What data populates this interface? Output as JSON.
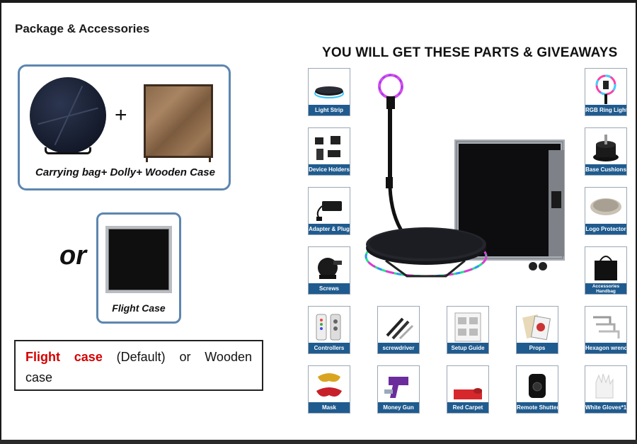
{
  "section_title": "Package & Accessories",
  "bag_caption": "Carrying bag+ Dolly+ Wooden Case",
  "plus": "+",
  "or": "or",
  "flight_caption": "Flight Case",
  "note": {
    "red1": "Flight",
    "red2": "case",
    "default": "(Default)",
    "or": "or",
    "wooden": "Wooden",
    "case": "case"
  },
  "parts_title": "YOU WILL GET THESE PARTS & GIVEAWAYS",
  "parts": {
    "light_strip": "Light Strip",
    "device_holders": "Device Holders",
    "adapter": "Adapter & Plug",
    "screws": "Screws",
    "rgb_ring": "RGB Ring Light",
    "base_cushions": "Base Cushions",
    "logo_protector": "Logo Protector",
    "handbag": "Accessories Handbag",
    "controllers": "Controllers",
    "screwdriver": "screwdriver",
    "setup_guide": "Setup Guide",
    "props": "Props",
    "hex_wrench": "Hexagon wrench",
    "mask": "Mask",
    "money_gun": "Money Gun",
    "red_carpet": "Red Carpet",
    "remote": "Remote Shutter",
    "gloves": "White Gloves*1"
  },
  "colors": {
    "accent_blue": "#1f5b8f",
    "box_border": "#5d86b0",
    "note_red": "#d40000"
  }
}
